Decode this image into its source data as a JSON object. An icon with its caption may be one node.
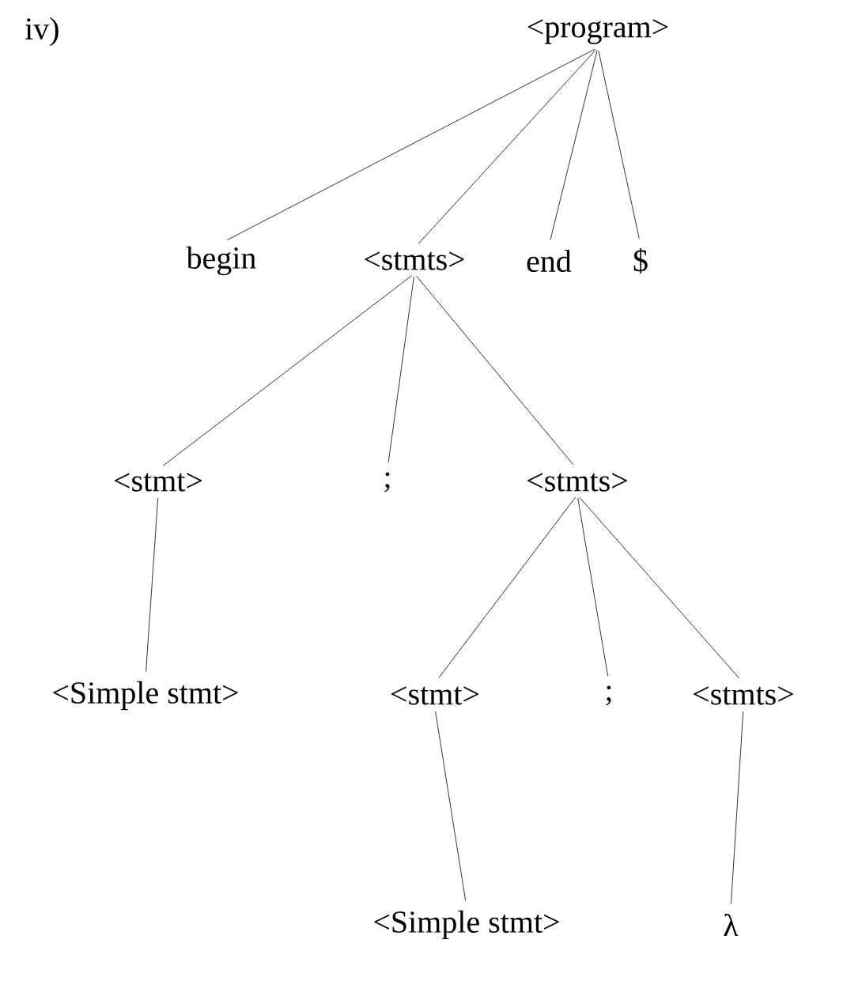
{
  "diagram": {
    "nodes": [
      {
        "text": [
          "<program>"
        ]
      },
      {
        "text": [
          "begin"
        ]
      },
      {
        "text": [
          "<stmts>"
        ]
      },
      {
        "text": [
          "end"
        ]
      },
      {
        "text": [
          "$"
        ]
      },
      {
        "text": [
          "<stmt>"
        ]
      },
      {
        "text": [
          ";"
        ]
      },
      {
        "text": [
          "<stmts>"
        ]
      },
      {
        "text": [
          "<Simple stmt>"
        ]
      },
      {
        "text": [
          "<stmt>"
        ]
      },
      {
        "text": [
          ";"
        ]
      },
      {
        "text": [
          "<stmts>"
        ]
      },
      {
        "text": [
          "<Simple stmt>"
        ]
      },
      {
        "text": [
          "λ"
        ]
      }
    ],
    "edges": [
      {
        "from": 0,
        "to": 1,
        "arrow": "none"
      },
      {
        "from": 0,
        "to": 2,
        "arrow": "none"
      },
      {
        "from": 0,
        "to": 3,
        "arrow": "none"
      },
      {
        "from": 0,
        "to": 4,
        "arrow": "none"
      },
      {
        "from": 2,
        "to": 5,
        "arrow": "none"
      },
      {
        "from": 2,
        "to": 6,
        "arrow": "none"
      },
      {
        "from": 2,
        "to": 7,
        "arrow": "none"
      },
      {
        "from": 5,
        "to": 8,
        "arrow": "none"
      },
      {
        "from": 7,
        "to": 9,
        "arrow": "none"
      },
      {
        "from": 7,
        "to": 10,
        "arrow": "none"
      },
      {
        "from": 7,
        "to": 11,
        "arrow": "none"
      },
      {
        "from": 9,
        "to": 12,
        "arrow": "none"
      },
      {
        "from": 11,
        "to": 13,
        "arrow": "none"
      }
    ],
    "labels": [
      "iv)"
    ]
  }
}
